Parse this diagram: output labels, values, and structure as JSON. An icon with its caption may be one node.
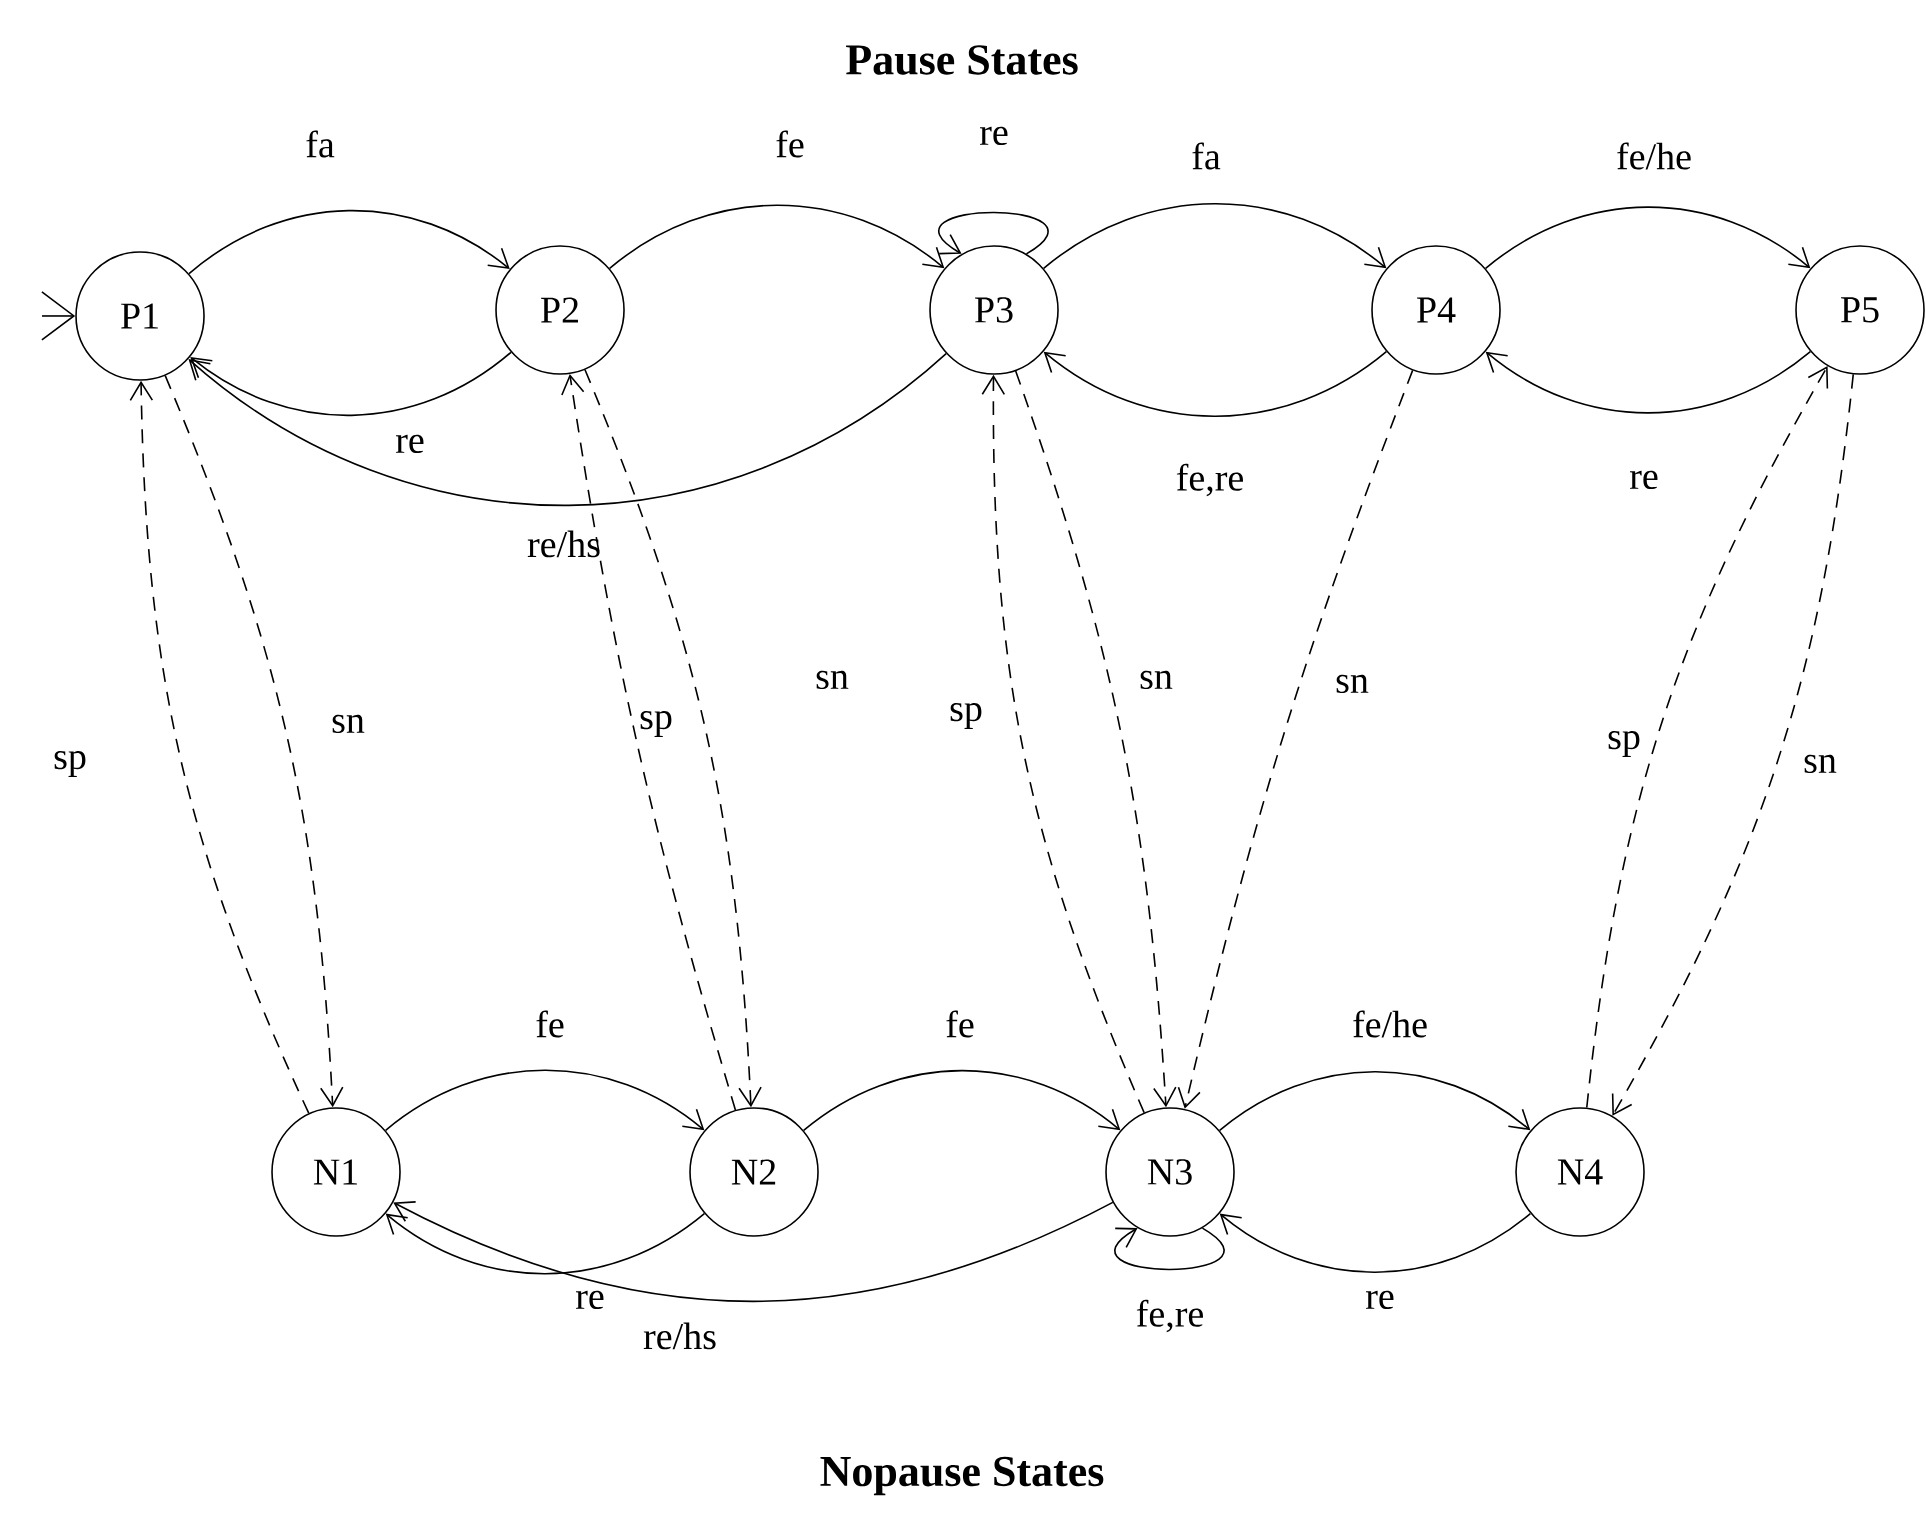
{
  "diagram": {
    "title": "Pause States",
    "nodes": [
      {
        "text": [
          "P1"
        ]
      },
      {
        "text": [
          "P2"
        ]
      },
      {
        "text": [
          "P3"
        ]
      },
      {
        "text": [
          "P4"
        ]
      },
      {
        "text": [
          "P5"
        ]
      },
      {
        "text": [
          "N1"
        ]
      },
      {
        "text": [
          "N2"
        ]
      },
      {
        "text": [
          "N3"
        ]
      },
      {
        "text": [
          "N4"
        ]
      }
    ],
    "edges": [
      {
        "from": null,
        "to": 0,
        "arrow": "to"
      },
      {
        "from": 0,
        "to": 1,
        "arrow": "to",
        "label": "fa"
      },
      {
        "from": 1,
        "to": 0,
        "arrow": "to",
        "label": "re"
      },
      {
        "from": 1,
        "to": 2,
        "arrow": "to",
        "label": "fe"
      },
      {
        "from": 2,
        "to": 0,
        "arrow": "to",
        "label": "re/hs"
      },
      {
        "from": 2,
        "to": 2,
        "arrow": "to",
        "label": "re"
      },
      {
        "from": 2,
        "to": 3,
        "arrow": "to",
        "label": "fa"
      },
      {
        "from": 3,
        "to": 2,
        "arrow": "to",
        "label": "fe,re"
      },
      {
        "from": 3,
        "to": 4,
        "arrow": "to",
        "label": "fe/he"
      },
      {
        "from": 4,
        "to": 3,
        "arrow": "to",
        "label": "re"
      },
      {
        "from": 5,
        "to": 0,
        "arrow": "to",
        "label": "sp",
        "style": "dashed"
      },
      {
        "from": 0,
        "to": 5,
        "arrow": "to",
        "label": "sn",
        "style": "dashed"
      },
      {
        "from": 6,
        "to": 1,
        "arrow": "to",
        "label": "sp",
        "style": "dashed"
      },
      {
        "from": 1,
        "to": 6,
        "arrow": "to",
        "label": "sn",
        "style": "dashed"
      },
      {
        "from": 7,
        "to": 2,
        "arrow": "to",
        "label": "sp",
        "style": "dashed"
      },
      {
        "from": 2,
        "to": 7,
        "arrow": "to",
        "label": "sn",
        "style": "dashed"
      },
      {
        "from": 3,
        "to": 7,
        "arrow": "to",
        "label": "sn",
        "style": "dashed"
      },
      {
        "from": 8,
        "to": 4,
        "arrow": "to",
        "label": "sp",
        "style": "dashed"
      },
      {
        "from": 4,
        "to": 8,
        "arrow": "to",
        "label": "sn",
        "style": "dashed"
      },
      {
        "from": 5,
        "to": 6,
        "arrow": "to",
        "label": "fe"
      },
      {
        "from": 6,
        "to": 5,
        "arrow": "to",
        "label": "re"
      },
      {
        "from": 6,
        "to": 7,
        "arrow": "to",
        "label": "fe"
      },
      {
        "from": 7,
        "to": 5,
        "arrow": "to",
        "label": "re/hs"
      },
      {
        "from": 7,
        "to": 7,
        "arrow": "to",
        "label": "fe,re"
      },
      {
        "from": 7,
        "to": 8,
        "arrow": "to",
        "label": "fe/he"
      },
      {
        "from": 8,
        "to": 7,
        "arrow": "to",
        "label": "re"
      }
    ],
    "labels": [
      "Nopause States"
    ]
  }
}
